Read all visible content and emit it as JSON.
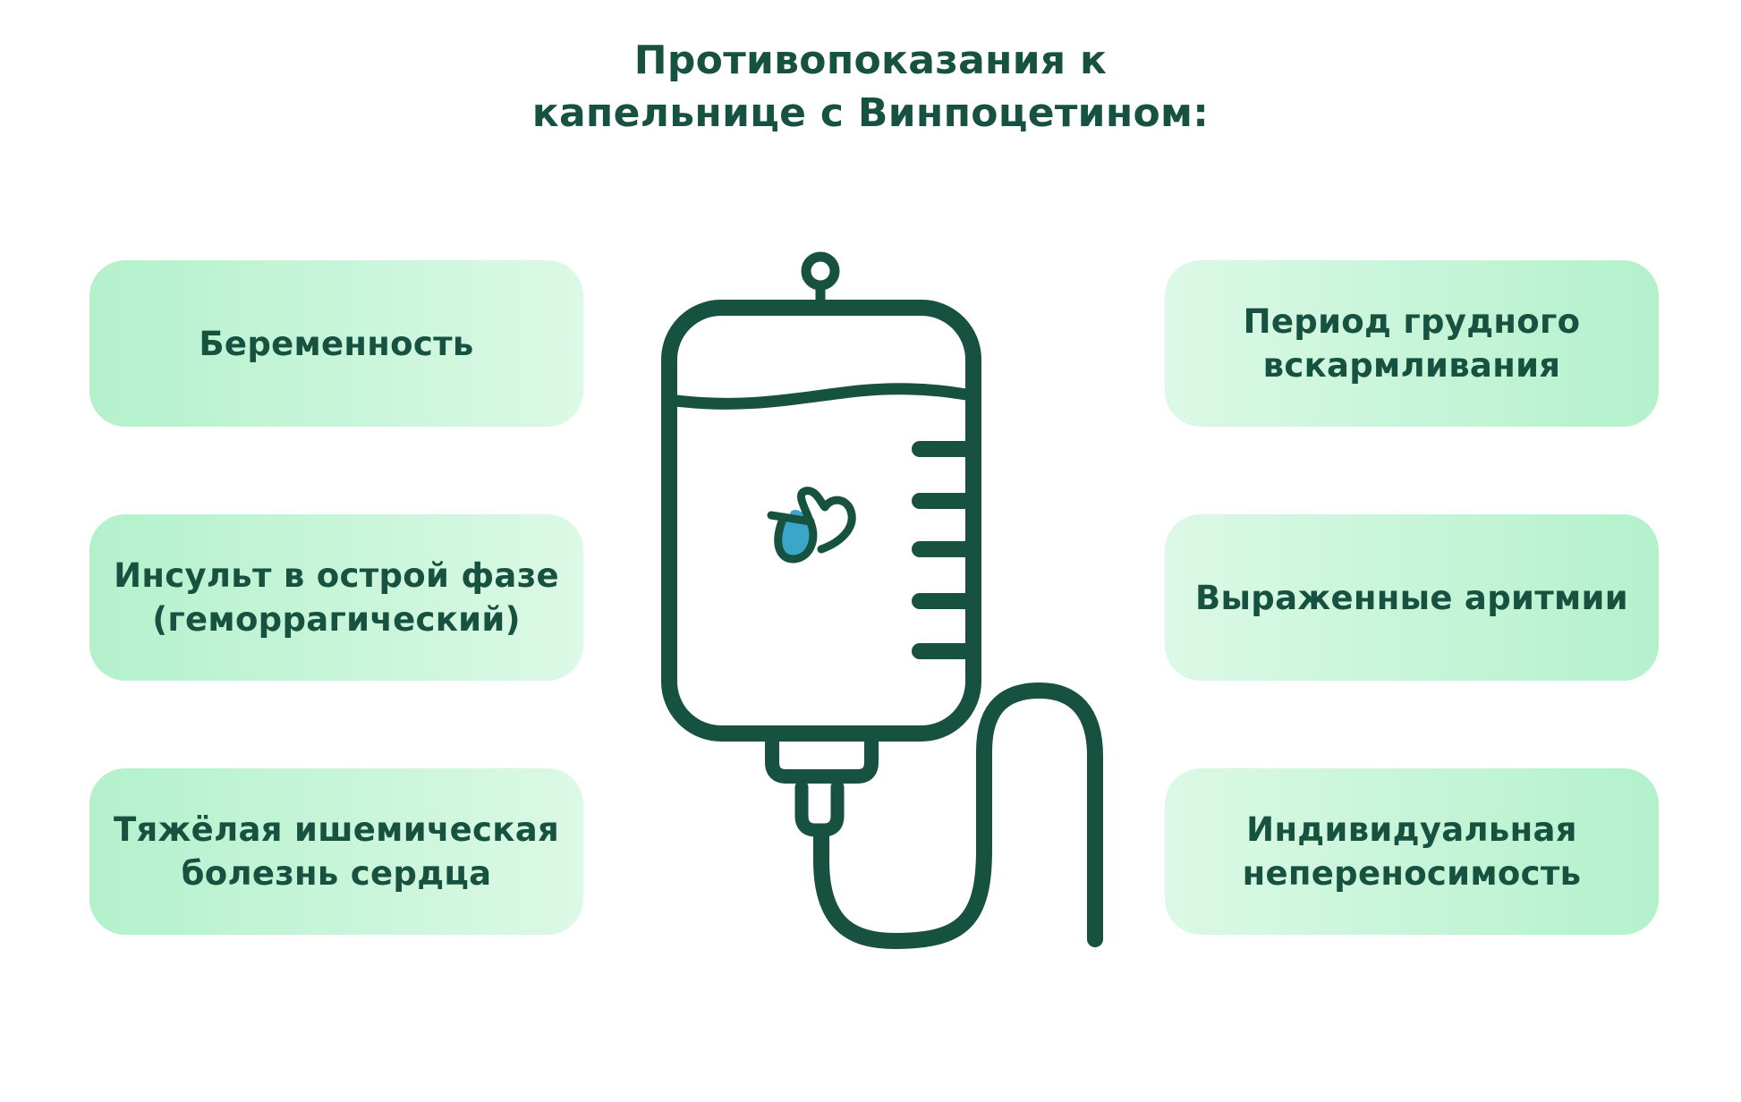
{
  "title": {
    "line1": "Противопоказания к",
    "line2": "капельнице с Винпоцетином:"
  },
  "left_items": [
    {
      "lines": [
        "Беременность"
      ]
    },
    {
      "lines": [
        "Инсульт в острой фазе",
        "(геморрагический)"
      ]
    },
    {
      "lines": [
        "Тяжёлая ишемическая",
        "болезнь сердца"
      ]
    }
  ],
  "right_items": [
    {
      "lines": [
        "Период грудного",
        "вскармливания"
      ]
    },
    {
      "lines": [
        "Выраженные аритмии"
      ]
    },
    {
      "lines": [
        "Индивидуальная",
        "непереносимость"
      ]
    }
  ],
  "colors": {
    "primary": "#17513f",
    "card_light": "#dcf9e6",
    "card_dark": "#b3f1cc",
    "drop_accent": "#3aa6c8",
    "background": "#ffffff"
  },
  "icons": {
    "center": "iv-drip-bag-icon",
    "logo": "heart-drop-logo-icon"
  }
}
